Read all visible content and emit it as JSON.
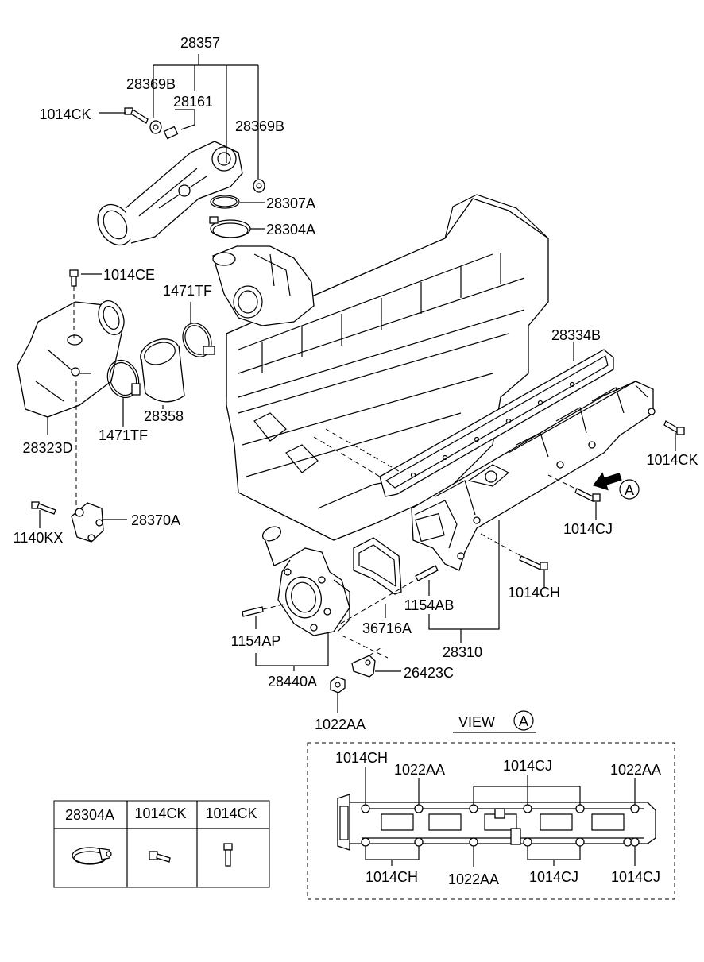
{
  "part_labels": {
    "p28357": "28357",
    "p28369B_a": "28369B",
    "p28161": "28161",
    "p1014CK_top": "1014CK",
    "p28369B_b": "28369B",
    "p28307A": "28307A",
    "p28304A": "28304A",
    "p1014CE": "1014CE",
    "p1471TF_a": "1471TF",
    "p1471TF_b": "1471TF",
    "p28358": "28358",
    "p28323D": "28323D",
    "p28334B": "28334B",
    "p1014CK_right": "1014CK",
    "p1014CJ": "1014CJ",
    "p28370A": "28370A",
    "p1140KX": "1140KX",
    "p1014CH": "1014CH",
    "p1154AB": "1154AB",
    "p36716A": "36716A",
    "p28310": "28310",
    "p1154AP": "1154AP",
    "p28440A": "28440A",
    "p26423C": "26423C",
    "p1022AA": "1022AA"
  },
  "view_a": {
    "title": "VIEW",
    "marker": "A",
    "labels_top": [
      "1014CH",
      "1022AA",
      "1014CJ",
      "1022AA"
    ],
    "labels_bottom": [
      "1014CH",
      "1022AA",
      "1014CJ",
      "1014CJ"
    ]
  },
  "arrow_marker": "A",
  "legend_table": {
    "headers": [
      "28304A",
      "1014CK",
      "1014CK"
    ],
    "icons": [
      "hose-clamp-icon",
      "bolt-icon",
      "bolt-icon"
    ]
  }
}
